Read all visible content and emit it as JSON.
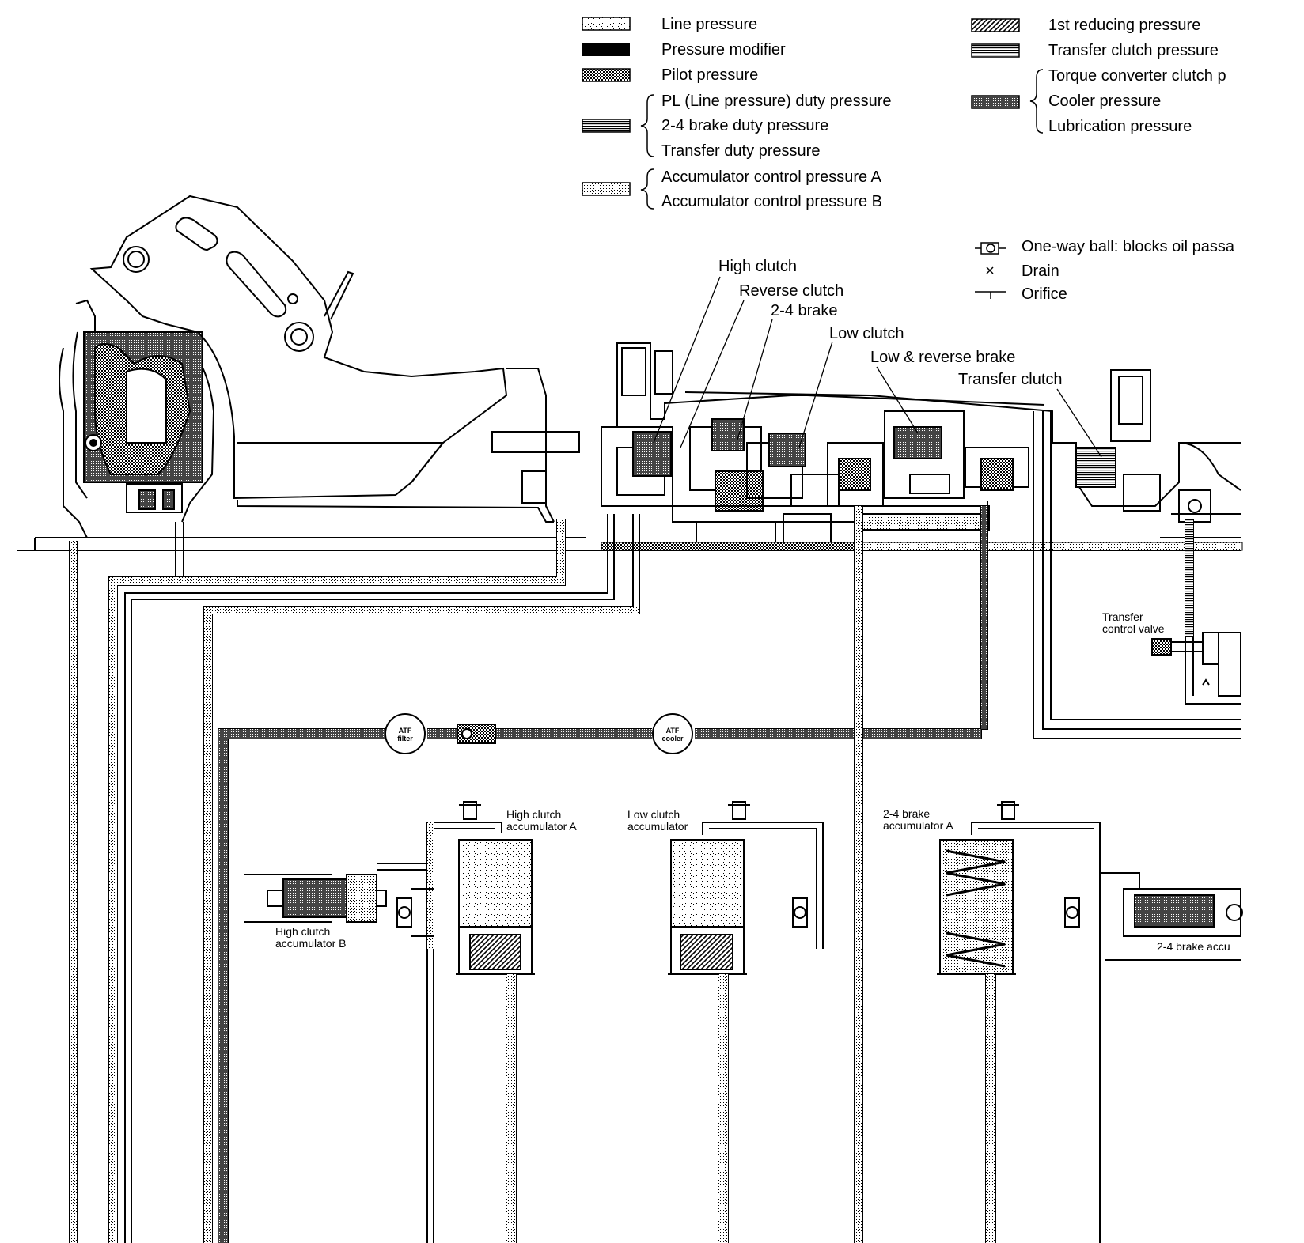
{
  "legend": {
    "left": [
      {
        "swatch": "line",
        "label": "Line pressure"
      },
      {
        "swatch": "modifier",
        "label": "Pressure modifier"
      },
      {
        "swatch": "pilot",
        "label": "Pilot pressure"
      },
      {
        "swatch": "duty",
        "labels": [
          "PL (Line pressure) duty pressure",
          "2-4 brake duty pressure",
          "Transfer duty pressure"
        ]
      },
      {
        "swatch": "accum",
        "labels": [
          "Accumulator control pressure A",
          "Accumulator control pressure B"
        ]
      }
    ],
    "right": [
      {
        "swatch": "reducing",
        "label": "1st reducing pressure"
      },
      {
        "swatch": "transfer",
        "label": "Transfer clutch pressure"
      },
      {
        "swatch": "cooler",
        "labels": [
          "Torque converter clutch p",
          "Cooler pressure",
          "Lubrication pressure"
        ]
      }
    ],
    "symbols": [
      {
        "icon": "one-way-ball",
        "label": "One-way ball: blocks oil passa"
      },
      {
        "icon": "drain",
        "label": "Drain"
      },
      {
        "icon": "orifice",
        "label": "Orifice"
      }
    ]
  },
  "callouts": {
    "high_clutch": "High clutch",
    "reverse_clutch": "Reverse clutch",
    "brake_24": "2-4 brake",
    "low_clutch": "Low clutch",
    "low_reverse_brake": "Low & reverse brake",
    "transfer_clutch": "Transfer clutch",
    "transfer_control_valve": [
      "Transfer",
      "control valve"
    ]
  },
  "components": {
    "atf_filter": [
      "ATF",
      "filter"
    ],
    "atf_cooler": [
      "ATF",
      "cooler"
    ],
    "high_clutch_accumulator_a": [
      "High clutch",
      "accumulator A"
    ],
    "high_clutch_accumulator_b": [
      "High clutch",
      "accumulator B"
    ],
    "low_clutch_accumulator": [
      "Low clutch",
      "accumulator"
    ],
    "brake_24_accumulator_a": [
      "2-4 brake",
      "accumulator A"
    ],
    "brake_24_accumulator_b": "2-4 brake accu"
  }
}
